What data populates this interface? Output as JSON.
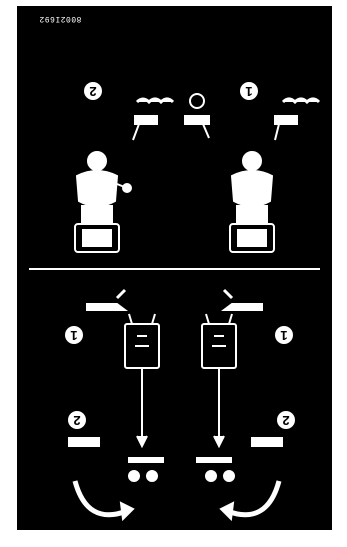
{
  "panel": {
    "code_text": "8002I692",
    "top_steps": [
      {
        "number": "2"
      },
      {
        "number": "1"
      }
    ],
    "bottom_steps": [
      {
        "number": "1"
      },
      {
        "number": "1"
      },
      {
        "number": "2"
      },
      {
        "number": "2"
      }
    ]
  },
  "colors": {
    "background": "#000000",
    "foreground": "#ffffff"
  }
}
